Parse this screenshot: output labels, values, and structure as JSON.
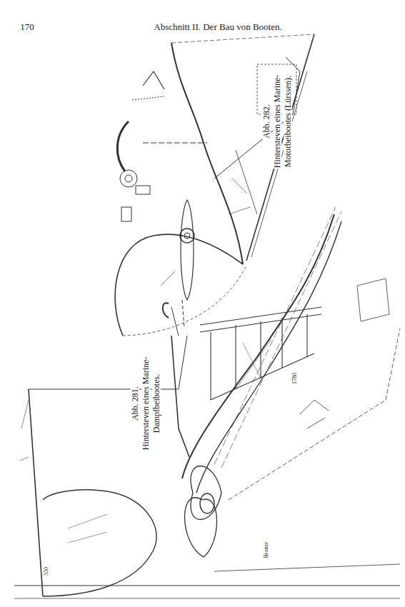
{
  "diagram": {
    "title": "Abschnitt II. Der Bau von Booten.",
    "labels": [
      "170",
      "Abb. 282.",
      "Hintersteven eines Marine-",
      "Motorbeibootes (Lürssen).",
      "Abb. 281.",
      "Hintersteven eines Marine-",
      "Dampfbeibootes.",
      "1780",
      "Bronze",
      "550"
    ]
  }
}
